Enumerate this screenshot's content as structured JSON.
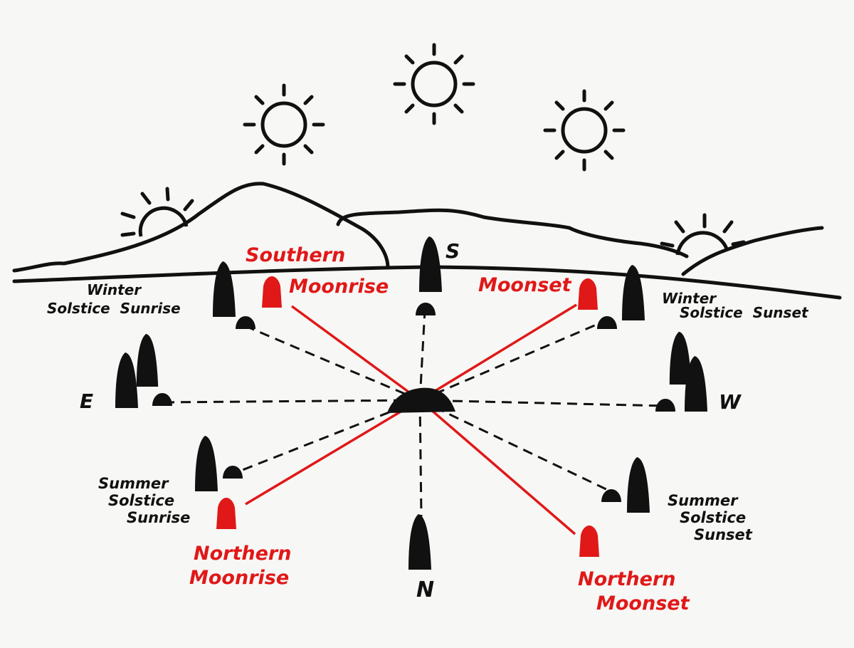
{
  "colors": {
    "ink": "#111111",
    "moon": "#e01818",
    "background": "#f7f7f5"
  },
  "compass": {
    "south": "S",
    "north": "N",
    "east": "E",
    "west": "W"
  },
  "solar": {
    "winter_sunrise": [
      "Winter",
      "Solstice  Sunrise"
    ],
    "winter_sunset": [
      "Winter",
      "Solstice  Sunset"
    ],
    "summer_sunrise": [
      "Summer",
      "Solstice",
      "Sunrise"
    ],
    "summer_sunset": [
      "Summer",
      "Solstice",
      "Sunset"
    ]
  },
  "lunar": {
    "southern_moonrise": [
      "Southern",
      "Moonrise"
    ],
    "southern_moonset": "Moonset",
    "northern_moonrise": [
      "Northern",
      "Moonrise"
    ],
    "northern_moonset": [
      "Northern",
      "Moonset"
    ]
  },
  "icons": [
    "sun-icon",
    "standing-stone-icon",
    "moon-stone-icon",
    "recumbent-stone-icon",
    "hill-icon"
  ]
}
